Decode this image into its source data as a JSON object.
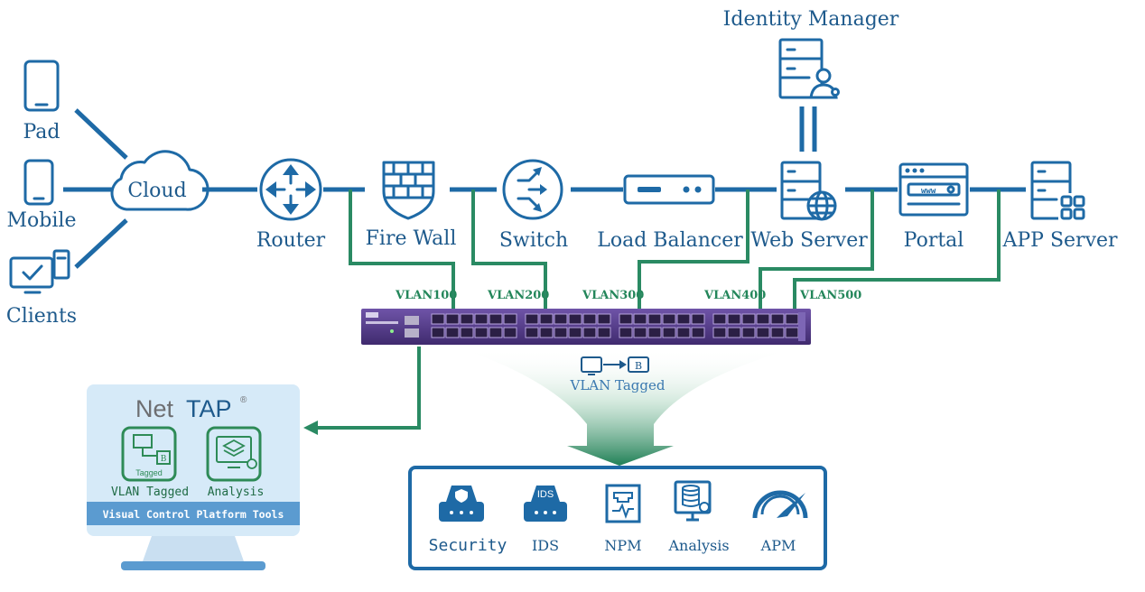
{
  "nodes": {
    "pad": "Pad",
    "mobile": "Mobile",
    "clients": "Clients",
    "cloud": "Cloud",
    "router": "Router",
    "firewall": "Fire Wall",
    "switch": "Switch",
    "load_balancer": "Load Balancer",
    "web_server": "Web Server",
    "portal": "Portal",
    "app_server": "APP Server",
    "identity_manager": "Identity Manager"
  },
  "vlans": [
    "VLAN100",
    "VLAN200",
    "VLAN300",
    "VLAN400",
    "VLAN500"
  ],
  "tap_device": {
    "vlan_tagged": "VLAN Tagged",
    "tag_letter": "B"
  },
  "nettap_panel": {
    "brand_net": "Net",
    "brand_tap": "TAP",
    "brand_mark": "®",
    "tool1_inner": "Tagged",
    "tool1_letter": "B",
    "tool1_label": "VLAN Tagged",
    "tool2_label": "Analysis",
    "banner": "Visual Control Platform Tools"
  },
  "tools_box": {
    "items": [
      "Security",
      "IDS",
      "NPM",
      "Analysis",
      "APM"
    ],
    "ids_badge": "IDS"
  },
  "colors": {
    "blue": "#1e6aa6",
    "green": "#2a8a63",
    "device": "#5a3d8f",
    "panel": "#d6eaf8"
  }
}
